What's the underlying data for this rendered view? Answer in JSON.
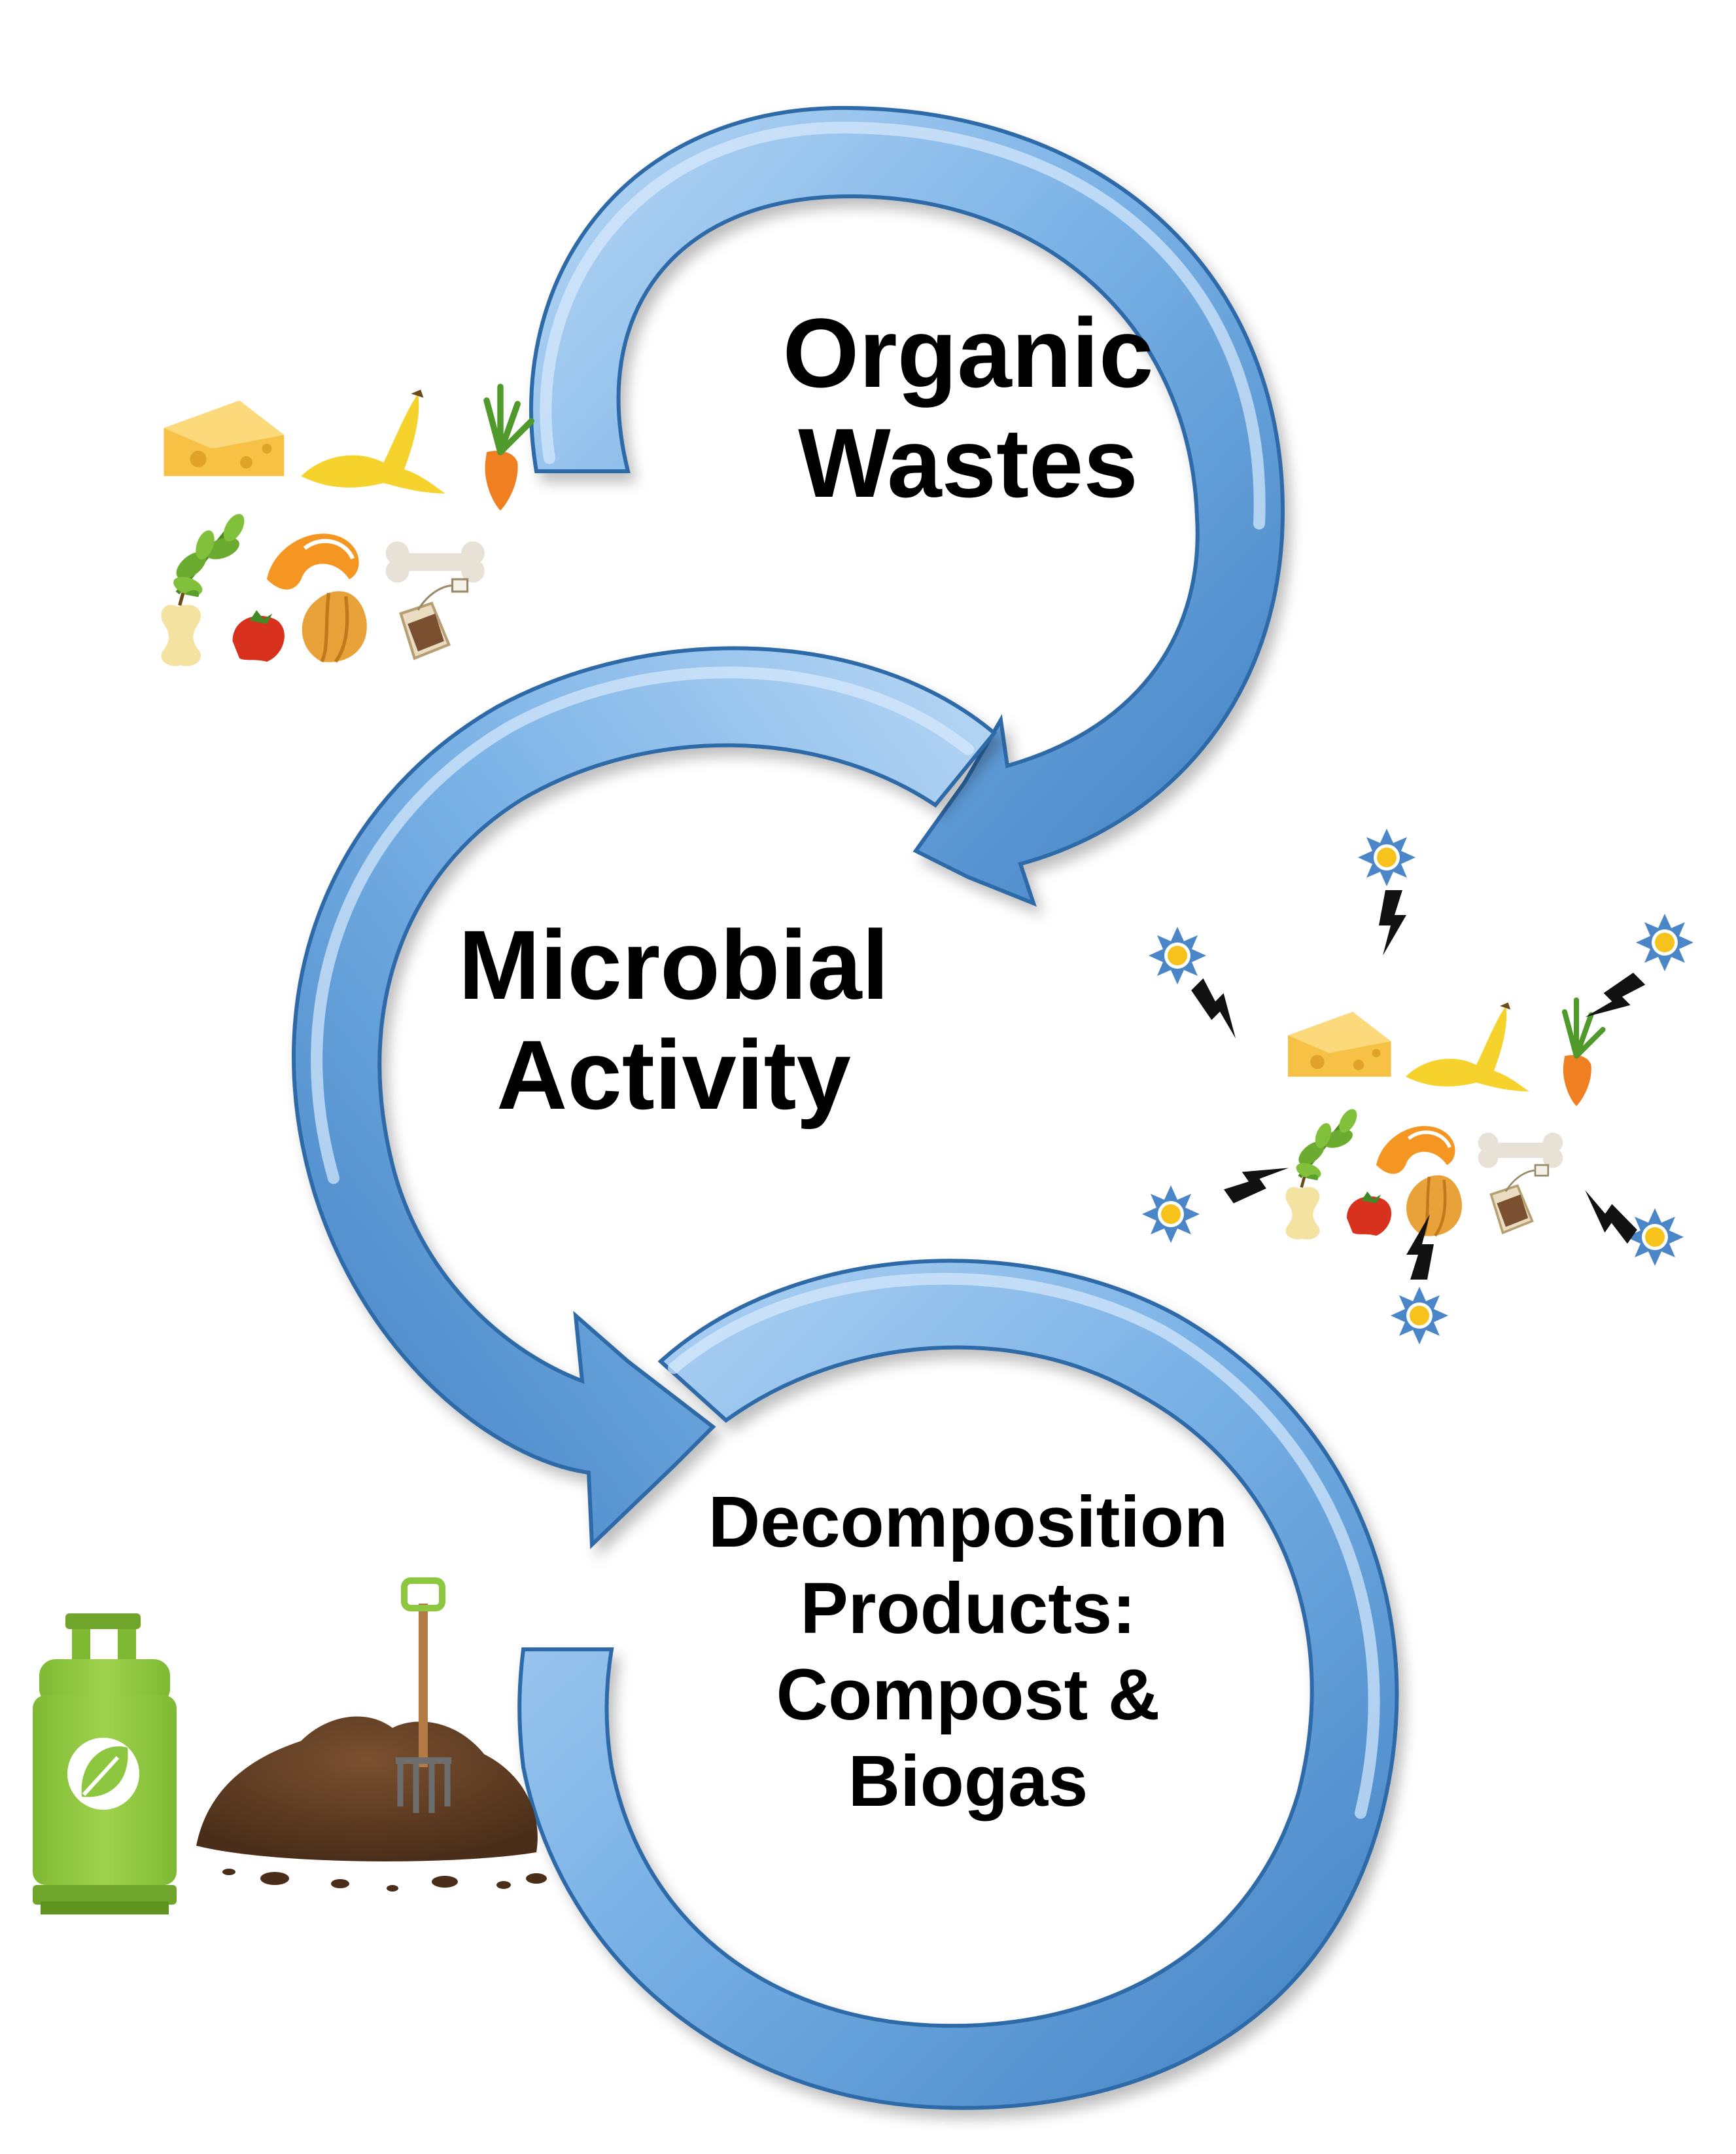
{
  "stages": [
    {
      "id": "organic",
      "lines": [
        "Organic",
        "Wastes"
      ]
    },
    {
      "id": "microbial",
      "lines": [
        "Microbial",
        "Activity"
      ]
    },
    {
      "id": "decomp",
      "lines": [
        "Decomposition",
        "Products:",
        "Compost &",
        "Biogas"
      ]
    }
  ],
  "colors": {
    "arrow_light": "#a9cdf0",
    "arrow_mid": "#6fa8e0",
    "arrow_dark": "#3f7fc2",
    "arrow_edge": "#2e6aa8",
    "microbe_blue": "#4a86c8",
    "microbe_yellow": "#f7c21b",
    "gas_green": "#8dc63f",
    "soil_brown": "#5a3a22"
  },
  "icons": [
    "cheese-icon",
    "banana-peel-icon",
    "carrot-icon",
    "herb-leaves-icon",
    "orange-peel-icon",
    "bone-icon",
    "apple-core-icon",
    "tomato-icon",
    "onion-icon",
    "tea-bag-icon",
    "microbe-icon",
    "lightning-bolt-icon",
    "gas-cylinder-icon",
    "leaf-icon",
    "compost-pile-icon",
    "pitchfork-icon"
  ]
}
